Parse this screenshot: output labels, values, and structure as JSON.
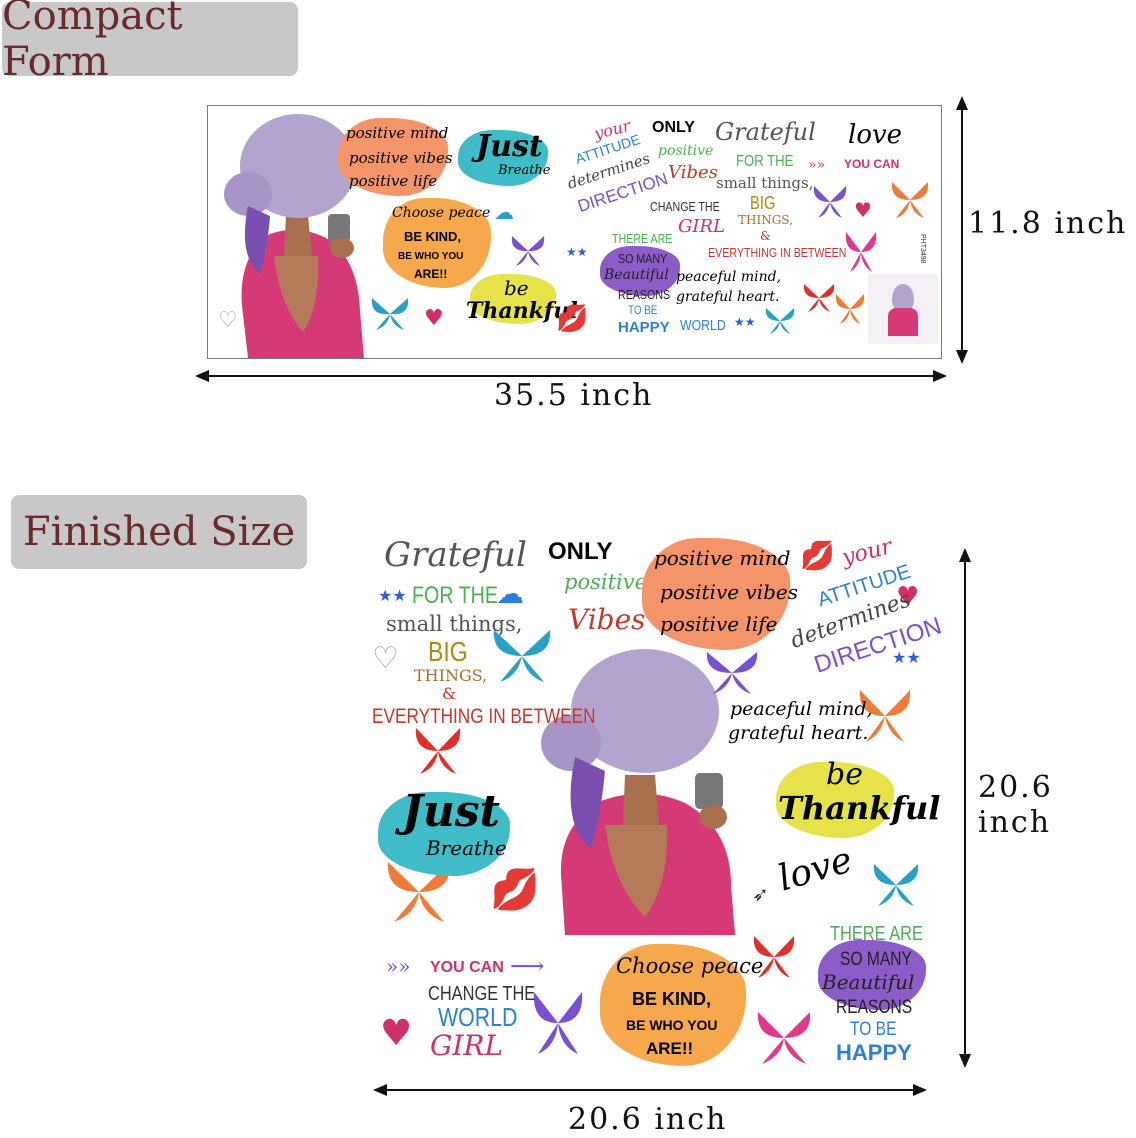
{
  "labels": {
    "compact_form": "Compact Form",
    "finished_size": "Finished Size"
  },
  "dimensions": {
    "compact_width": "35.5 inch",
    "compact_height": "11.8 inch",
    "finished_width": "20.6 inch",
    "finished_height": "20.6 inch"
  },
  "sticker_text": {
    "positive_mind": "positive mind",
    "positive_vibes": "positive vibes",
    "positive_life": "positive life",
    "just": "Just",
    "breathe": "Breathe",
    "your": "your",
    "attitude": "ATTITUDE",
    "determines": "determines",
    "direction": "DIRECTION",
    "only": "ONLY",
    "positive": "positive",
    "vibes": "Vibes",
    "grateful": "Grateful",
    "for_the": "FOR THE",
    "small_things": "small things,",
    "big": "BIG",
    "things": "THINGS,",
    "amp": "&",
    "everything_in_between": "EVERYTHING IN BETWEEN",
    "love": "love",
    "you_can": "YOU CAN",
    "change_the": "CHANGE THE",
    "world": "WORLD",
    "girl": "GIRL",
    "choose_peace": "Choose peace",
    "be_kind": "BE KIND,",
    "be_who_you": "BE WHO YOU",
    "are": "ARE!!",
    "there_are": "THERE ARE",
    "so_many": "SO MANY",
    "beautiful": "Beautiful",
    "reasons": "REASONS",
    "to_be": "TO BE",
    "happy": "HAPPY",
    "peaceful_mind": "peaceful mind,",
    "grateful_heart": "grateful heart.",
    "be": "be",
    "thankful": "Thankful",
    "product_code": "PHT3498"
  },
  "colors": {
    "tag_bg": "#c8c8c8",
    "tag_text": "#6b2a2a",
    "orange": "#f07a3a",
    "teal": "#25b0c8",
    "purple": "#7a4fd0",
    "green": "#4caf50",
    "red": "#c0392b",
    "blue": "#2e7fd6"
  }
}
